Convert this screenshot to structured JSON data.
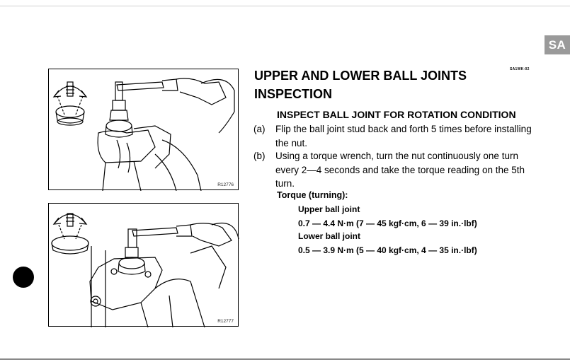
{
  "section_tab": "SA",
  "document_code": "SA1WK-02",
  "title": "UPPER AND LOWER BALL JOINTS INSPECTION",
  "subtitle": "INSPECT BALL JOINT FOR ROTATION CONDITION",
  "steps": [
    {
      "label": "(a)",
      "text": "Flip the ball joint stud back and forth 5 times before installing the nut."
    },
    {
      "label": "(b)",
      "text": "Using a torque wrench, turn the nut continuously one turn every 2—4 seconds and take the torque reading on the 5th turn."
    }
  ],
  "torque": {
    "label": "Torque (turning):",
    "upper_name": "Upper ball joint",
    "upper_value": "0.7 — 4.4 N·m (7 — 45 kgf·cm, 6 — 39 in.·lbf)",
    "lower_name": "Lower ball joint",
    "lower_value": "0.5 — 3.9 N·m (5 — 40 kgf·cm, 4 — 35 in.·lbf)"
  },
  "figures": [
    {
      "code": "R12776",
      "icon": "ball-joint-rotation-illustration"
    },
    {
      "code": "R12777",
      "icon": "ball-joint-torque-wrench-illustration"
    }
  ]
}
